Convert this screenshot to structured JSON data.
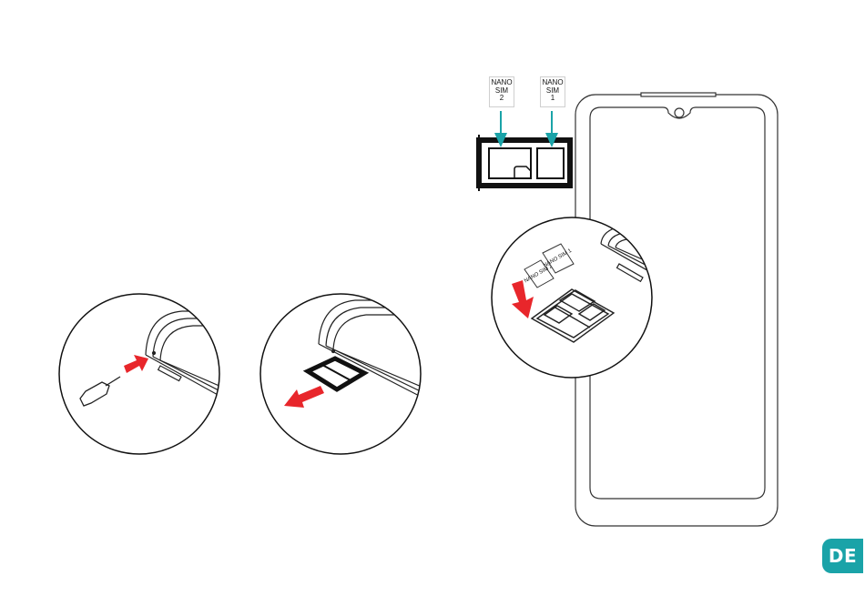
{
  "sim_labels": {
    "sim2": [
      "NANO",
      "SIM",
      "2"
    ],
    "sim1": [
      "NANO",
      "SIM",
      "1"
    ]
  },
  "mini_sim_labels": {
    "left": "NANO SIM 2",
    "right": "NANO SIM 1"
  },
  "language_badge": "DE",
  "colors": {
    "arrow_red": "#e8262b",
    "arrow_teal": "#1aa3a8",
    "badge_teal": "#1aa3a8",
    "line": "#222222"
  }
}
